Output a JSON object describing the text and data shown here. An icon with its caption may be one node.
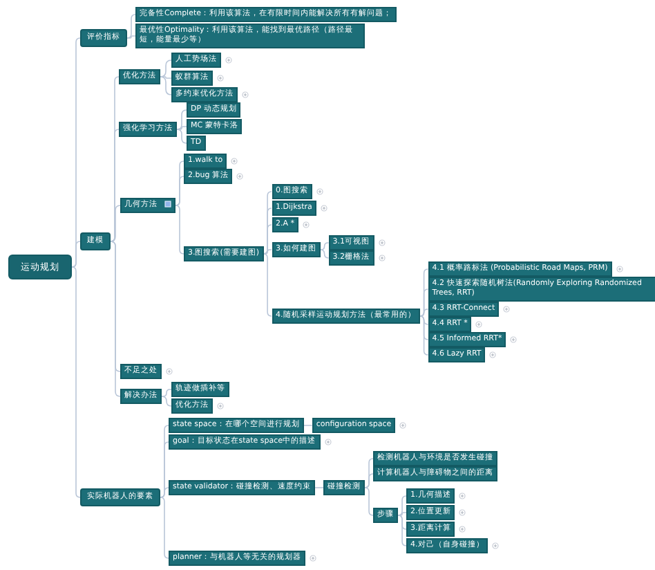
{
  "diagram": {
    "nodes": [
      {
        "text": [
          "运动规划"
        ]
      },
      {
        "text": [
          "评价指标"
        ]
      },
      {
        "text": [
          "完备性Complete：利用该算法，在有限时间内能解决所有有解问题；"
        ]
      },
      {
        "text": [
          "最优性Optimality：利用该算法，能找到最优路径（路径最短，能量最少等）"
        ]
      },
      {
        "text": [
          "建模"
        ]
      },
      {
        "text": [
          "优化方法"
        ]
      },
      {
        "text": [
          "人工势场法"
        ]
      },
      {
        "text": [
          "蚁群算法"
        ]
      },
      {
        "text": [
          "多约束优化方法"
        ]
      },
      {
        "text": [
          "强化学习方法"
        ]
      },
      {
        "text": [
          "DP 动态规划"
        ]
      },
      {
        "text": [
          "MC 蒙特卡洛"
        ]
      },
      {
        "text": [
          "TD"
        ]
      },
      {
        "text": [
          "几何方法"
        ]
      },
      {
        "text": [
          "1.walk to"
        ]
      },
      {
        "text": [
          "2.bug 算法"
        ]
      },
      {
        "text": [
          "3.图搜索(需要建图)"
        ]
      },
      {
        "text": [
          "0.图搜索"
        ]
      },
      {
        "text": [
          "1.Dijkstra"
        ]
      },
      {
        "text": [
          "2.A *"
        ]
      },
      {
        "text": [
          "3.如何建图"
        ]
      },
      {
        "text": [
          "3.1可视图"
        ]
      },
      {
        "text": [
          "3.2栅格法"
        ]
      },
      {
        "text": [
          "4.随机采样运动规划方法（最常用的）"
        ]
      },
      {
        "text": [
          "4.1 概率路标法 (Probabilistic Road Maps, PRM)"
        ]
      },
      {
        "text": [
          "4.2 快速探索随机树法(Randomly Exploring Randomized Trees, RRT)"
        ]
      },
      {
        "text": [
          "4.3 RRT-Connect"
        ]
      },
      {
        "text": [
          "4.4 RRT *"
        ]
      },
      {
        "text": [
          "4.5 Informed RRT*"
        ]
      },
      {
        "text": [
          "4.6 Lazy RRT"
        ]
      },
      {
        "text": [
          "不足之处"
        ]
      },
      {
        "text": [
          "解决办法"
        ]
      },
      {
        "text": [
          "轨迹做插补等"
        ]
      },
      {
        "text": [
          "优化方法"
        ]
      },
      {
        "text": [
          "实际机器人的要素"
        ]
      },
      {
        "text": [
          "state space：在哪个空间进行规划"
        ]
      },
      {
        "text": [
          "configuration space"
        ]
      },
      {
        "text": [
          "goal：目标状态在state space中的描述"
        ]
      },
      {
        "text": [
          "state validator：碰撞检测、速度约束"
        ]
      },
      {
        "text": [
          "碰撞检测"
        ]
      },
      {
        "text": [
          "检测机器人与环境是否发生碰撞"
        ]
      },
      {
        "text": [
          "计算机器人与障碍物之间的距离"
        ]
      },
      {
        "text": [
          "步骤"
        ]
      },
      {
        "text": [
          "1.几何描述"
        ]
      },
      {
        "text": [
          "2.位置更新"
        ]
      },
      {
        "text": [
          "3.距离计算"
        ]
      },
      {
        "text": [
          "4.对己（自身碰撞）"
        ]
      },
      {
        "text": [
          "planner：与机器人等无关的规划器"
        ]
      }
    ],
    "edges": [
      {
        "from": 0,
        "to": 1,
        "arrow": "none"
      },
      {
        "from": 0,
        "to": 4,
        "arrow": "none"
      },
      {
        "from": 0,
        "to": 34,
        "arrow": "none"
      },
      {
        "from": 1,
        "to": 2,
        "arrow": "none"
      },
      {
        "from": 1,
        "to": 3,
        "arrow": "none"
      },
      {
        "from": 4,
        "to": 5,
        "arrow": "none"
      },
      {
        "from": 4,
        "to": 9,
        "arrow": "none"
      },
      {
        "from": 4,
        "to": 13,
        "arrow": "none"
      },
      {
        "from": 4,
        "to": 30,
        "arrow": "none"
      },
      {
        "from": 4,
        "to": 31,
        "arrow": "none"
      },
      {
        "from": 5,
        "to": 6,
        "arrow": "none"
      },
      {
        "from": 5,
        "to": 7,
        "arrow": "none"
      },
      {
        "from": 5,
        "to": 8,
        "arrow": "none"
      },
      {
        "from": 9,
        "to": 10,
        "arrow": "none"
      },
      {
        "from": 9,
        "to": 11,
        "arrow": "none"
      },
      {
        "from": 9,
        "to": 12,
        "arrow": "none"
      },
      {
        "from": 13,
        "to": 14,
        "arrow": "none"
      },
      {
        "from": 13,
        "to": 15,
        "arrow": "none"
      },
      {
        "from": 13,
        "to": 16,
        "arrow": "none"
      },
      {
        "from": 16,
        "to": 17,
        "arrow": "none"
      },
      {
        "from": 16,
        "to": 18,
        "arrow": "none"
      },
      {
        "from": 16,
        "to": 19,
        "arrow": "none"
      },
      {
        "from": 16,
        "to": 20,
        "arrow": "none"
      },
      {
        "from": 16,
        "to": 23,
        "arrow": "none"
      },
      {
        "from": 20,
        "to": 21,
        "arrow": "none"
      },
      {
        "from": 20,
        "to": 22,
        "arrow": "none"
      },
      {
        "from": 23,
        "to": 24,
        "arrow": "none"
      },
      {
        "from": 23,
        "to": 25,
        "arrow": "none"
      },
      {
        "from": 23,
        "to": 26,
        "arrow": "none"
      },
      {
        "from": 23,
        "to": 27,
        "arrow": "none"
      },
      {
        "from": 23,
        "to": 28,
        "arrow": "none"
      },
      {
        "from": 23,
        "to": 29,
        "arrow": "none"
      },
      {
        "from": 31,
        "to": 32,
        "arrow": "none"
      },
      {
        "from": 31,
        "to": 33,
        "arrow": "none"
      },
      {
        "from": 34,
        "to": 35,
        "arrow": "none"
      },
      {
        "from": 34,
        "to": 37,
        "arrow": "none"
      },
      {
        "from": 34,
        "to": 38,
        "arrow": "none"
      },
      {
        "from": 34,
        "to": 47,
        "arrow": "none"
      },
      {
        "from": 35,
        "to": 36,
        "arrow": "none"
      },
      {
        "from": 38,
        "to": 39,
        "arrow": "none"
      },
      {
        "from": 39,
        "to": 40,
        "arrow": "none"
      },
      {
        "from": 39,
        "to": 41,
        "arrow": "none"
      },
      {
        "from": 39,
        "to": 42,
        "arrow": "none"
      },
      {
        "from": 42,
        "to": 43,
        "arrow": "none"
      },
      {
        "from": 42,
        "to": 44,
        "arrow": "none"
      },
      {
        "from": 42,
        "to": 45,
        "arrow": "none"
      },
      {
        "from": 42,
        "to": 46,
        "arrow": "none"
      }
    ]
  }
}
